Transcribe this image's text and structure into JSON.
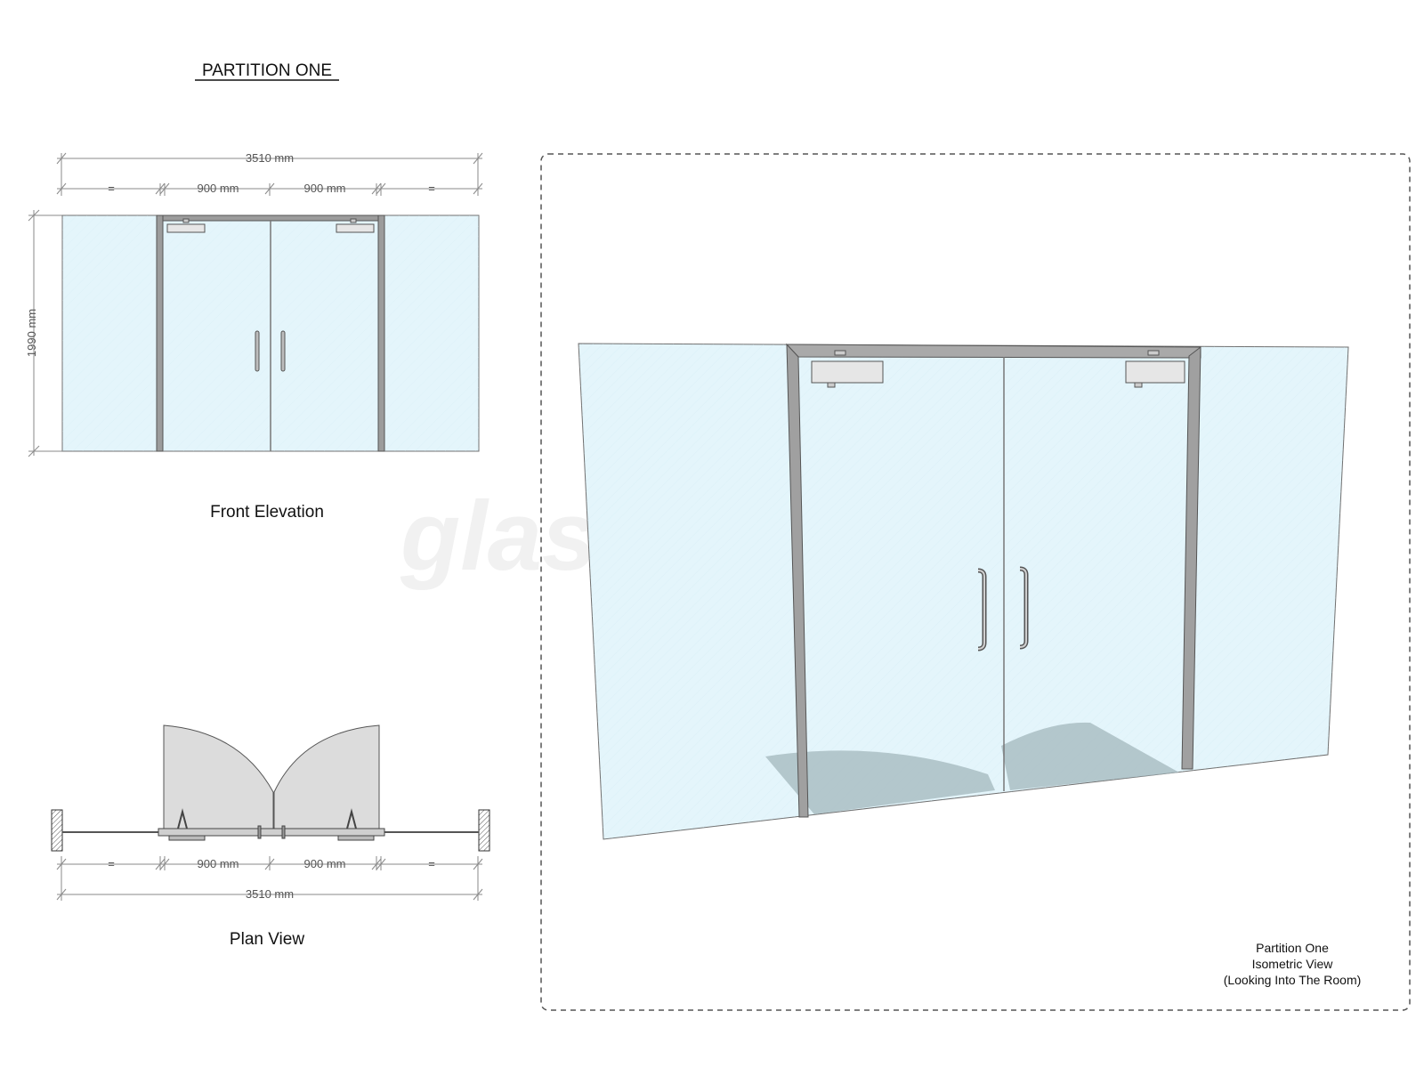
{
  "title": "PARTITION ONE",
  "front_elevation": {
    "caption": "Front Elevation",
    "overall_width": "3510 mm",
    "left_side": "=",
    "door_left": "900 mm",
    "door_right": "900 mm",
    "right_side": "=",
    "height": "1990 mm"
  },
  "plan_view": {
    "caption": "Plan View",
    "overall_width": "3510 mm",
    "left_side": "=",
    "door_left": "900 mm",
    "door_right": "900 mm",
    "right_side": "="
  },
  "isometric": {
    "caption_line1": "Partition One",
    "caption_line2": "Isometric View",
    "caption_line3": "(Looking Into The Room)"
  },
  "watermark": "glassdoorsdirect",
  "colors": {
    "glass": "#e4f5fb",
    "frame": "#9c9c9c",
    "shadow": "#a3b7bc",
    "plan_swing": "#dcdcdc"
  }
}
